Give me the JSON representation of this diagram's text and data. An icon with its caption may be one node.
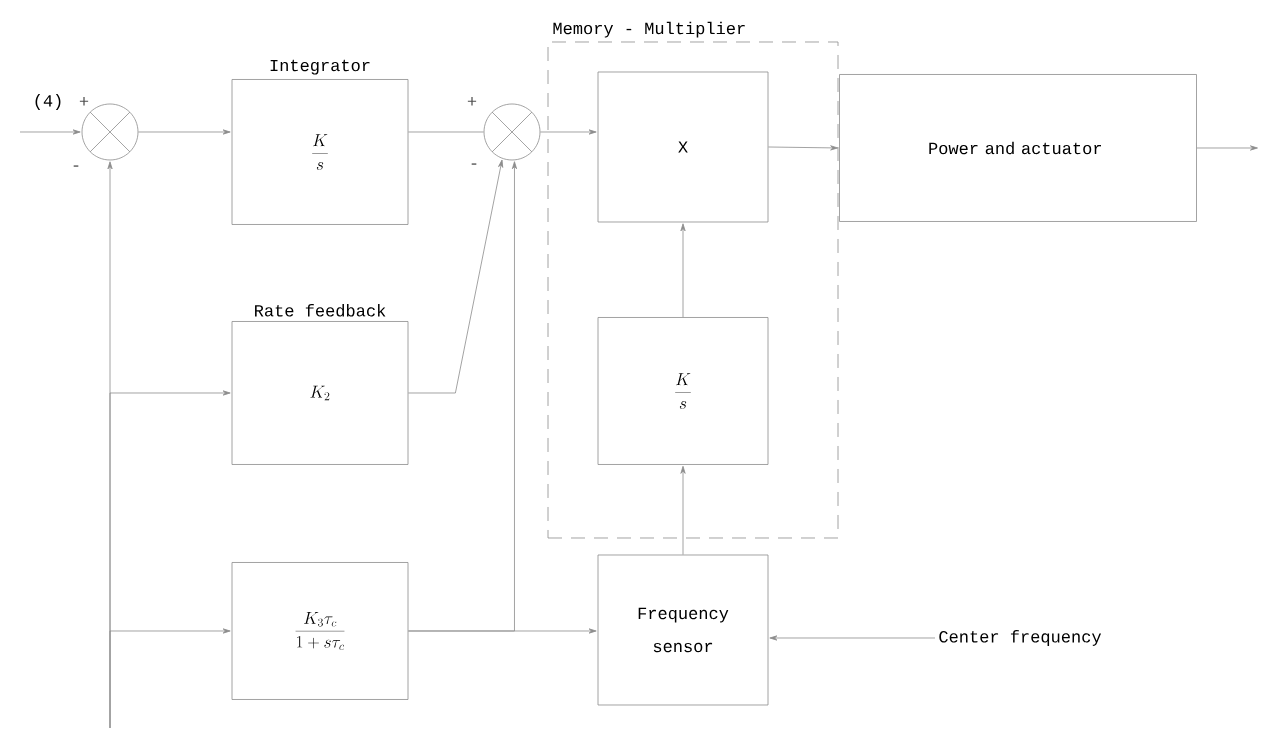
{
  "diagram": {
    "nodes": [
      {
        "text": [],
        "shape": "circle",
        "beside": [
          "+",
          "-"
        ]
      },
      {
        "text": [
          "Integrator",
          "\\frac{K}{s}"
        ]
      },
      {
        "text": [],
        "shape": "circle",
        "beside": [
          "+",
          "-"
        ]
      },
      {
        "text": [
          "Memory - Multiplier"
        ]
      },
      {
        "text": [
          "X"
        ],
        "in": 3
      },
      {
        "text": [
          "\\frac{K}{s}"
        ],
        "in": 3
      },
      {
        "text": [
          "Power and actuator"
        ]
      },
      {
        "text": [
          "Rate feedback",
          "K_2"
        ]
      },
      {
        "text": [
          "\\frac{K_3\\tau_c}{1 + s\\tau_c}"
        ]
      },
      {
        "text": [
          "Frequency sensor"
        ]
      },
      {
        "text": [
          "Center frequency"
        ]
      }
    ],
    "edges": [
      {
        "from": null,
        "to": 0,
        "arrow": "to"
      },
      {
        "from": 0,
        "to": 1,
        "arrow": "to"
      },
      {
        "from": 1,
        "to": 2,
        "arrow": "none"
      },
      {
        "from": 2,
        "to": 4,
        "arrow": "to"
      },
      {
        "from": 4,
        "to": 6,
        "arrow": "to"
      },
      {
        "from": 6,
        "to": null,
        "arrow": "to"
      },
      {
        "from": 7,
        "to": 2,
        "arrow": "to"
      },
      {
        "from": 8,
        "to": 2,
        "arrow": "to"
      },
      {
        "from": 8,
        "to": 9,
        "arrow": "to"
      },
      {
        "from": 10,
        "to": 9,
        "arrow": "to"
      },
      {
        "from": 9,
        "to": 5,
        "arrow": "to"
      },
      {
        "from": 5,
        "to": 4,
        "arrow": "to"
      },
      {
        "from": null,
        "to": 0,
        "arrow": "to"
      },
      {
        "from": null,
        "to": 7,
        "arrow": "to"
      },
      {
        "from": null,
        "to": 8,
        "arrow": "to"
      }
    ],
    "labels": [
      "(4)"
    ]
  }
}
